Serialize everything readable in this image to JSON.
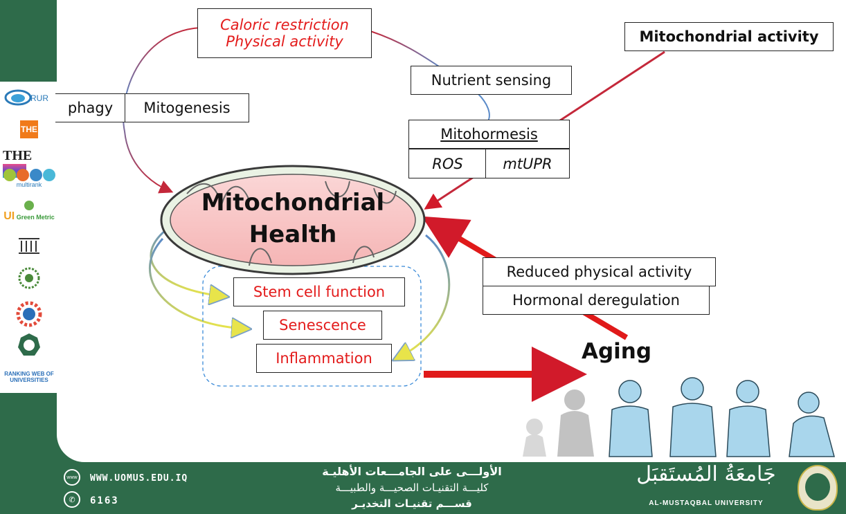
{
  "interventions": {
    "line1": "Caloric restriction",
    "line2": "Physical activity"
  },
  "left_boxes": {
    "autophagy": "phagy",
    "mitogenesis": "Mitogenesis"
  },
  "nutrient_sensing": "Nutrient sensing",
  "mitohormesis": {
    "title": "Mitohormesis",
    "ros": "ROS",
    "mtupr": "mtUPR"
  },
  "mito_activity": "Mitochondrial activity",
  "center": {
    "line1": "Mitochondrial",
    "line2": "Health"
  },
  "outputs": {
    "stem": "Stem cell function",
    "senescence": "Senescence",
    "inflammation": "Inflammation"
  },
  "aging_factors": {
    "reduced": "Reduced physical activity",
    "hormonal": "Hormonal deregulation"
  },
  "aging": "Aging",
  "sidebar_logos": [
    "RUR",
    "THE",
    "THE UNIVERSITY IMPACT RANKINGS",
    "multirank",
    "UI Green Metric",
    "",
    "",
    "",
    "",
    "",
    "RANKING WEB OF UNIVERSITIES"
  ],
  "footer": {
    "website": "WWW.UOMUS.EDU.IQ",
    "phone": "6163",
    "arabic_line1": "الأولـــى على الجامـــعات الأهليـة",
    "arabic_line2": "كليـــة التقنيـات الصحيـــة والطبيـــة",
    "arabic_line3": "قســـم تقنيـات التخديـر",
    "uni_arabic": "جَامعَةُ المُستَقبَل",
    "uni_english": "AL-MUSTAQBAL UNIVERSITY"
  }
}
